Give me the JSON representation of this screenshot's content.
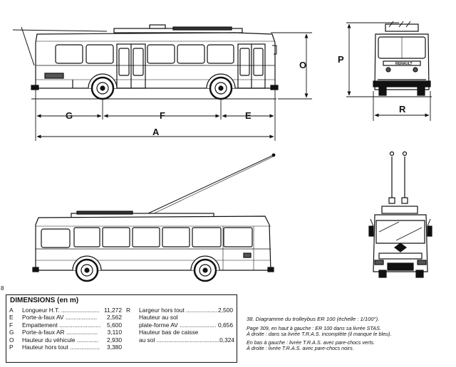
{
  "labels": {
    "dim_g": "G",
    "dim_f": "F",
    "dim_e": "E",
    "dim_a": "A",
    "dim_o": "O",
    "dim_p": "P",
    "dim_r": "R",
    "brand": "RENAULT",
    "page_number": "8"
  },
  "dimensions": {
    "title": "DIMENSIONS (en m)",
    "left": [
      {
        "letter": "A",
        "text": "Longueur H.T. .......................",
        "value": "11,272"
      },
      {
        "letter": "E",
        "text": "Porte-à-faux AV ...................",
        "value": "2,562"
      },
      {
        "letter": "F",
        "text": "Empattement .........................",
        "value": "5,600"
      },
      {
        "letter": "G",
        "text": "Porte-à-faux AR ...................",
        "value": "3,110"
      },
      {
        "letter": "O",
        "text": "Hauteur du véhicule .............",
        "value": "2,930"
      },
      {
        "letter": "P",
        "text": "Hauteur hors tout ..................",
        "value": "3,380"
      }
    ],
    "right": [
      {
        "letter": "R",
        "text": "Largeur hors tout ...................",
        "value": "2,500"
      },
      {
        "letter": "",
        "text": "Hauteur au sol",
        "value": ""
      },
      {
        "letter": "",
        "text": "plate-forme AV ......................",
        "value": "0,656"
      },
      {
        "letter": "",
        "text": "Hauteur bas de caisse",
        "value": ""
      },
      {
        "letter": "",
        "text": "au sol ......................................",
        "value": "0,324"
      }
    ]
  },
  "caption": {
    "title": "38. Diagramme du trolleybus ER 100 (échelle : 1/100°).",
    "line1": "Page 309, en haut à gauche : ER 100 dans sa livrée STAS.",
    "line2": "À droite : dans sa livrée T.R.A.S. incomplète (il manque le bleu).",
    "line3": "En bas à gauche : livrée T.R.A.S. avec pare-chocs verts.",
    "line4": "À droite : livrée T.R.A.S. avec pare-chocs noirs."
  }
}
